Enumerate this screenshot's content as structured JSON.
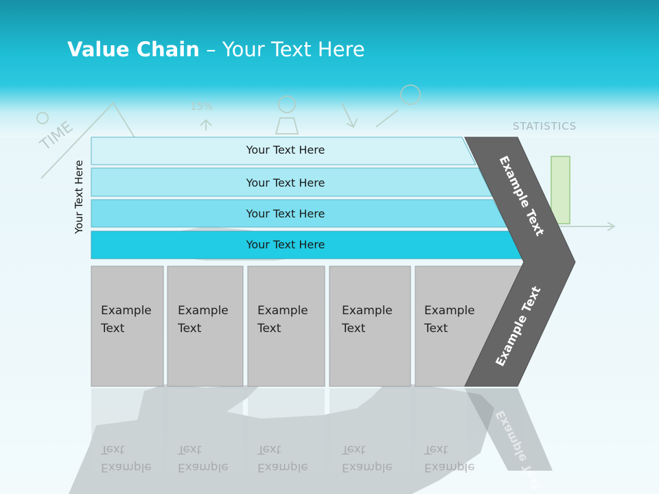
{
  "header": {
    "title_bold": "Value Chain",
    "title_rest": " – Your Text Here"
  },
  "side_label": "Your Text Here",
  "background_doodles": {
    "time": "TIME",
    "statistics": "STATISTICS",
    "percent": "15%"
  },
  "support_bars": [
    {
      "label": "Your Text Here",
      "color": "#d4f3f9"
    },
    {
      "label": "Your Text Here",
      "color": "#a8e9f4"
    },
    {
      "label": "Your Text Here",
      "color": "#7ddfef"
    },
    {
      "label": "Your Text Here",
      "color": "#22cce4"
    }
  ],
  "primary_boxes": [
    {
      "line1": "Example",
      "line2": "Text"
    },
    {
      "line1": "Example",
      "line2": "Text"
    },
    {
      "line1": "Example",
      "line2": "Text"
    },
    {
      "line1": "Example",
      "line2": "Text"
    },
    {
      "line1": "Example",
      "line2": "Text"
    }
  ],
  "chevron": {
    "upper_label": "Example Text",
    "lower_label": "Example Text",
    "color": "#666666"
  },
  "colors": {
    "box_fill": "#c4c4c4",
    "box_stroke": "#a0a0a0",
    "band_accent": "#1fbfd6"
  }
}
